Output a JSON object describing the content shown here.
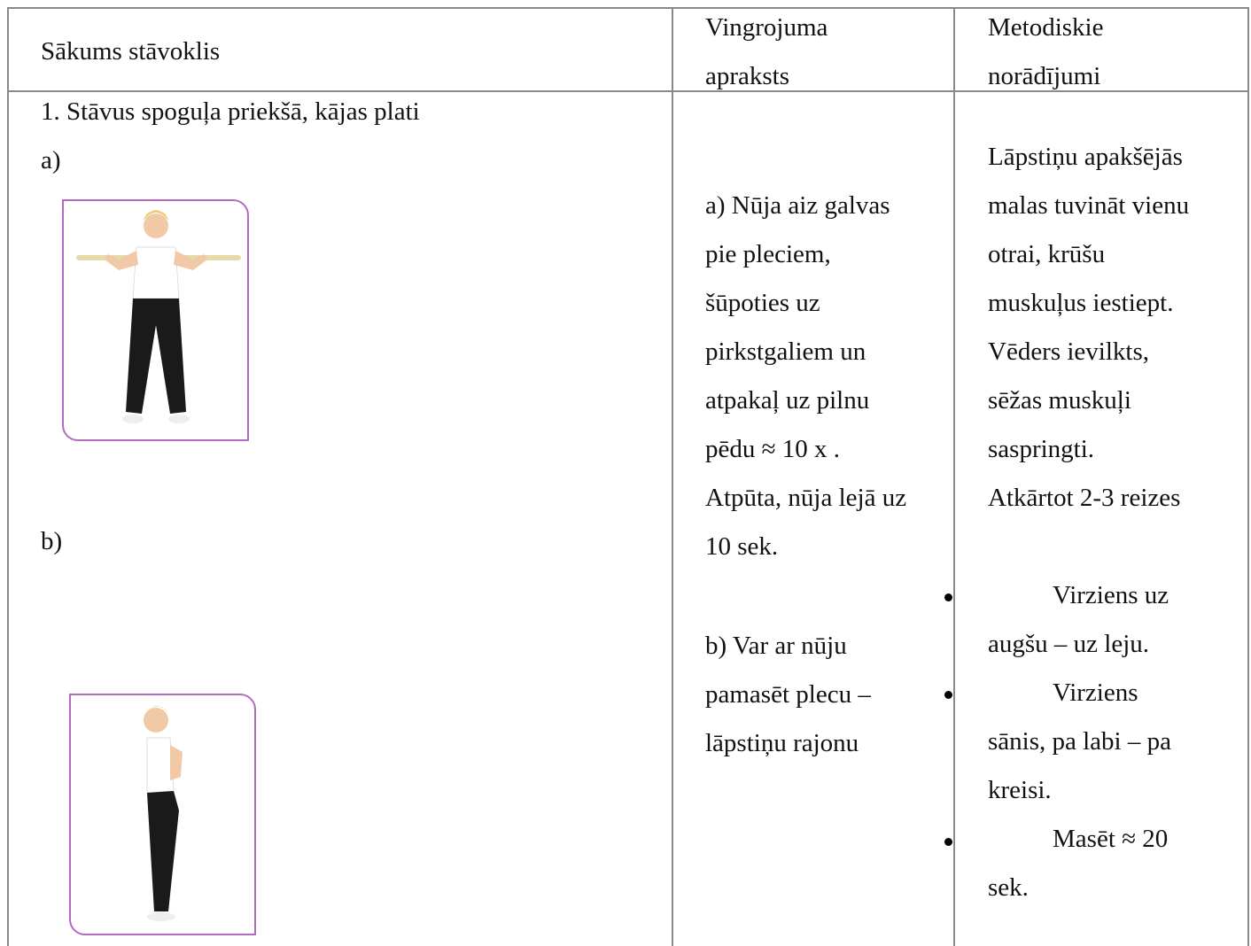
{
  "header": {
    "col1": "Sākums stāvoklis",
    "col2_lines": [
      "Vingrojuma",
      "apraksts"
    ],
    "col3_lines": [
      "Metodiskie",
      "norādījumi"
    ]
  },
  "row1": {
    "col1": {
      "heading": "1. Stāvus spoguļa priekšā, kājas plati",
      "label_a": "a)",
      "label_b": "b)"
    },
    "col2": {
      "a_lines": [
        "a) Nūja aiz galvas",
        "pie pleciem,",
        "šūpoties uz",
        "pirkstgaliem un",
        "atpakaļ uz pilnu",
        "pēdu  ≈ 10 x .",
        "Atpūta, nūja lejā uz",
        "10 sek."
      ],
      "b_lines": [
        "b) Var ar nūju",
        "pamasēt plecu –",
        "lāpstiņu rajonu"
      ]
    },
    "col3": {
      "intro_lines": [
        "Lāpstiņu apakšējās",
        "malas tuvināt vienu",
        "otrai, krūšu",
        "muskuļus iestiept.",
        "Vēders ievilkts,",
        "sēžas muskuļi",
        "saspringti.",
        "Atkārtot 2-3 reizes"
      ],
      "bullets": [
        {
          "first": "Virziens uz",
          "rest": "augšu – uz leju."
        },
        {
          "first": "Virziens",
          "rest": "sānis, pa labi – pa"
        },
        {
          "first": "",
          "rest": "kreisi."
        },
        {
          "first": "Masēt ≈ 20",
          "rest": "sek."
        }
      ]
    }
  },
  "colors": {
    "border": "#8a8a8a",
    "photo_frame": "#b36ac2"
  }
}
